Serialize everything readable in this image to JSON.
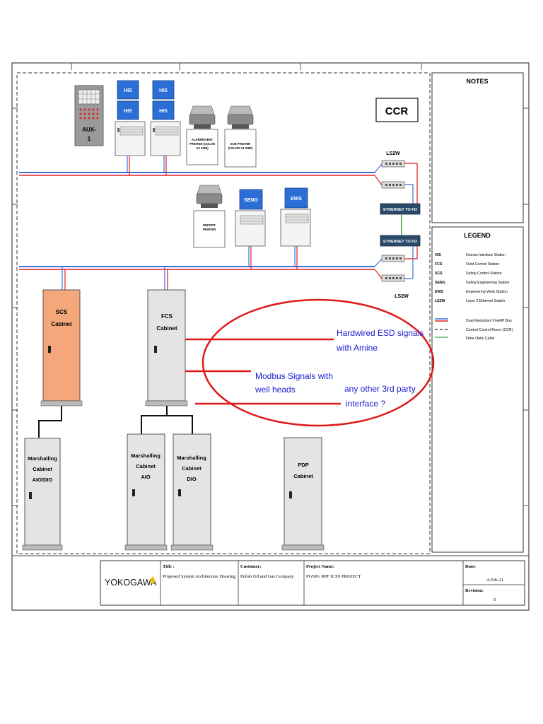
{
  "labels": {
    "ccr": "CCR",
    "ls2w_top": "LS2W",
    "ls2w_bottom": "LS2W",
    "his": "HIS",
    "aux": "AUX-",
    "aux_num": "1",
    "alarm_printer": [
      "ALARM/EVENT",
      "PRINTER (COLOR",
      "A3 SIZE)"
    ],
    "soe_printer": [
      "SOE PRINTER",
      "(COLOR A4 SIZE)"
    ],
    "report_printer": [
      "REPORT",
      "PRINTER"
    ],
    "seng": "SENG",
    "ews": "EWS",
    "eth_fo_top": "ETHERNET TO FO",
    "eth_fo_bottom": "ETHERNET TO FO"
  },
  "cabinets": {
    "scs": [
      "SCS",
      "Cabinet"
    ],
    "fcs": [
      "FCS",
      "Cabinet"
    ],
    "marsh_aio_dio": [
      "Marshalling",
      "Cabinet",
      "AIO/DIO"
    ],
    "marsh_aio": [
      "Marshalling",
      "Cabinet",
      "AIO"
    ],
    "marsh_dio": [
      "Marshalling",
      "Cabinet",
      "DIO"
    ],
    "pdp": [
      "PDP",
      "Cabinet"
    ]
  },
  "annotations": {
    "hardwired": [
      "Hardwired ESD signals",
      "with Amine"
    ],
    "modbus": [
      "Modbus Signals with",
      "well heads"
    ],
    "third_party": [
      "any other 3rd party",
      "interface ?"
    ]
  },
  "notes_title": "NOTES",
  "legend": {
    "title": "LEGEND",
    "items": [
      {
        "abbr": "HIS",
        "desc": "Human Interface Station"
      },
      {
        "abbr": "FCS",
        "desc": "Field Control Station"
      },
      {
        "abbr": "SCS",
        "desc": "Safety Control Station"
      },
      {
        "abbr": "SENG",
        "desc": "Safety Engineering Station"
      },
      {
        "abbr": "EWS",
        "desc": "Engineering Work Station"
      },
      {
        "abbr": "LS2W",
        "desc": "Layer 2 Ethernet Switch"
      }
    ],
    "lines": [
      {
        "desc": "Dual Reduntant Vnet/IP Bus"
      },
      {
        "desc": "Control Control Room (CCR)"
      },
      {
        "desc": "Fibre Optic Cable"
      }
    ]
  },
  "title_block": {
    "logo": "YOKOGAWA",
    "title_label": "Title :",
    "title_value": "Proposed System Architecture Drawing",
    "customer_label": "Customer:",
    "customer_value": "Polish Oil and Gas Company",
    "project_label": "Project Name:",
    "project_value": "PGNIG RPF ICSS PROJECT",
    "date_label": "Date:",
    "date_value": "4-Feb-21",
    "revision_label": "Revision:",
    "revision_value": "0"
  },
  "colors": {
    "bus_blue": "#3a6fd8",
    "bus_red": "#e02020",
    "highlight_red": "#e01818",
    "annotation_blue": "#1a1ad0",
    "monitor_blue": "#2b6fd6",
    "scs_orange": "#f4a77a",
    "cabinet_gray": "#e4e4e4",
    "fo_green": "#3aaa3a",
    "eth_box": "#2a4a6a"
  }
}
